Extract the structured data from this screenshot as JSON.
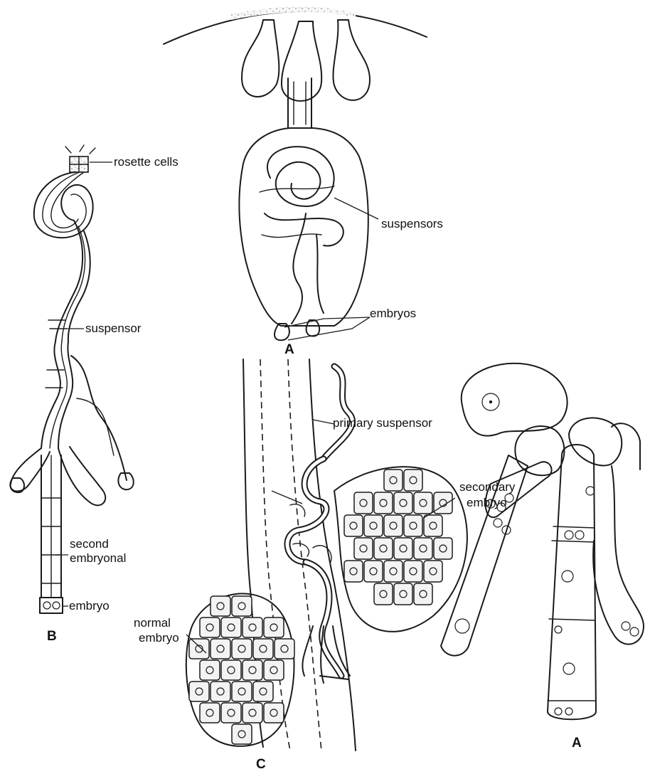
{
  "figure": {
    "panel_labels": {
      "a_top": "A",
      "b": "B",
      "c": "C",
      "a_right": "A"
    },
    "labels": {
      "rosette_cells": "rosette cells",
      "suspensor_b": "suspensor",
      "second_embryonal": [
        "second",
        "embryonal"
      ],
      "embryo_b": "embryo",
      "suspensors_a": "suspensors",
      "embryos_a": "embryos",
      "primary_suspensor": "primary suspensor",
      "secondary_embryo": [
        "secondary",
        "embryo"
      ],
      "normal_embryo": [
        "normal",
        "embryo"
      ]
    }
  }
}
